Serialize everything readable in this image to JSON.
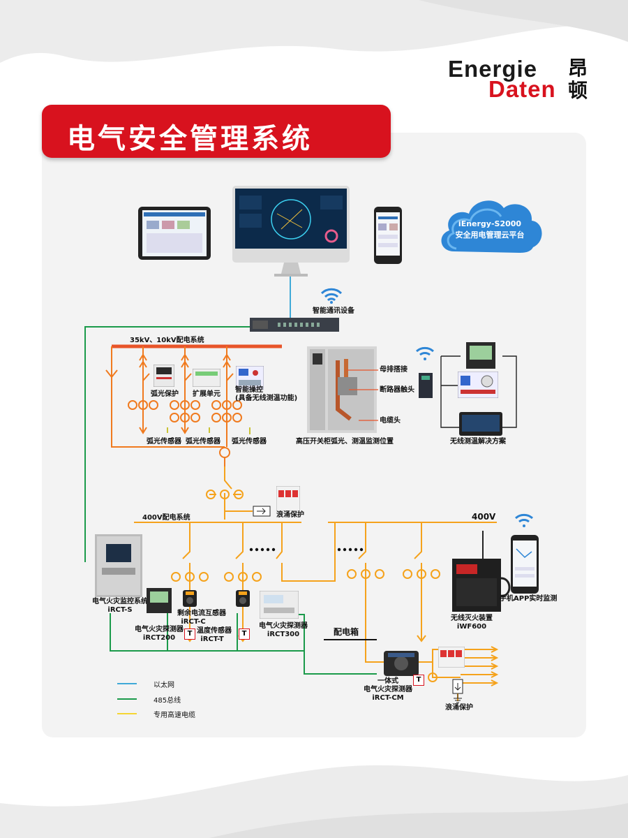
{
  "brand": {
    "logo_line1": "Energie",
    "logo_line2": "Daten",
    "logo_cn_1": "昂",
    "logo_cn_2": "顿",
    "red": "#d8121e"
  },
  "title": "电气安全管理系统",
  "cloud": {
    "line1": "iEnergy-S2000",
    "line2": "安全用电管理云平台",
    "color": "#2e86d6"
  },
  "labels": {
    "comm_device": "智能通讯设备",
    "hv_system": "35kV、10kV配电系统",
    "arc_protect": "弧光保护",
    "expand_unit": "扩展单元",
    "smart_ctrl_1": "智能操控",
    "smart_ctrl_2": "(具备无线测温功能)",
    "arc_sensor_1": "弧光传感器",
    "arc_sensor_2": "弧光传感器",
    "arc_sensor_3": "弧光传感器",
    "busbar": "母排搭接",
    "breaker": "断路器触头",
    "cable_head": "电缆头",
    "hv_cabinet": "高压开关柜弧光、测温监测位置",
    "wireless_temp": "无线测温解决方案",
    "surge_1": "浪涌保护",
    "lv_system": "400V配电系统",
    "v400": "400V",
    "fire_system_1": "电气火灾监控系统",
    "fire_system_2": "iRCT-S",
    "residual_1": "剩余电流互感器",
    "residual_2": "iRCT-C",
    "detector200_1": "电气火灾探测器",
    "detector200_2": "iRCT200",
    "temp_sensor_1": "温度传感器",
    "temp_sensor_2": "iRCT-T",
    "detector300_1": "电气火灾探测器",
    "detector300_2": "iRCT300",
    "dist_box": "配电箱",
    "integrated_1": "一体式",
    "integrated_2": "电气火灾探测器",
    "integrated_3": "iRCT-CM",
    "surge_2": "浪涌保护",
    "wireless_fire_1": "无线灭火装置",
    "wireless_fire_2": "iWF600",
    "mobile_app": "手机APP实时监测",
    "t_mark": "T"
  },
  "legend": [
    {
      "label": "以太网",
      "color": "#3fa9d8"
    },
    {
      "label": "485总线",
      "color": "#1a9a4a"
    },
    {
      "label": "专用高速电缆",
      "color": "#f5d533"
    }
  ],
  "colors": {
    "hv_orange": "#f07a1e",
    "lv_yellow": "#f5a21b",
    "bus_red": "#e8552a",
    "ethernet": "#3fa9d8",
    "rs485": "#1a9a4a",
    "cable": "#f5d533"
  },
  "icons": [
    "wifi-icon",
    "apple-icon",
    "cloud-icon",
    "monitor-icon",
    "tablet-icon",
    "phone-icon"
  ]
}
